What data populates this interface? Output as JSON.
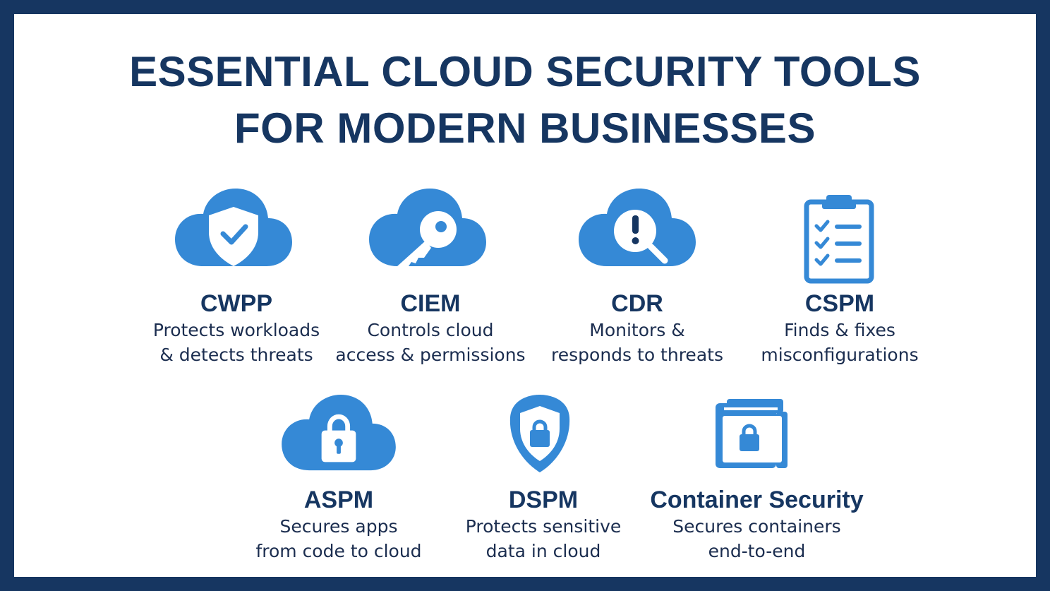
{
  "title": {
    "line1": "ESSENTIAL CLOUD SECURITY TOOLS",
    "line2": "FOR MODERN BUSINESSES"
  },
  "colors": {
    "border": "#163661",
    "icon_blue": "#3589d6",
    "text": "#163661"
  },
  "tools": [
    {
      "name": "CWPP",
      "icon": "cloud-shield-check-icon",
      "desc": [
        "Protects workloads",
        "& detects threats"
      ]
    },
    {
      "name": "CIEM",
      "icon": "cloud-key-icon",
      "desc": [
        "Controls cloud",
        "access & permissions"
      ]
    },
    {
      "name": "CDR",
      "icon": "cloud-magnifier-alert-icon",
      "desc": [
        "Monitors &",
        "responds to threats"
      ]
    },
    {
      "name": "CSPM",
      "icon": "clipboard-checklist-icon",
      "desc": [
        "Finds & fixes",
        "misconfigurations"
      ]
    },
    {
      "name": "ASPM",
      "icon": "cloud-lock-icon",
      "desc": [
        "Secures apps",
        "from code to cloud"
      ]
    },
    {
      "name": "DSPM",
      "icon": "shield-lock-icon",
      "desc": [
        "Protects sensitive",
        "data in cloud"
      ]
    },
    {
      "name": "Container Security",
      "icon": "container-lock-icon",
      "desc": [
        "Secures containers",
        "end-to-end"
      ]
    }
  ]
}
